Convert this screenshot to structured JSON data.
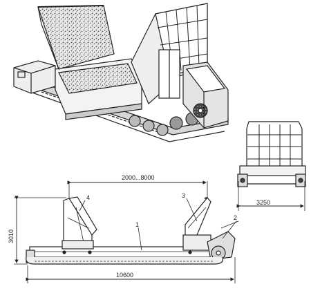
{
  "drawing": {
    "dimensions": {
      "span": "2000...8000",
      "width": "3250",
      "height": "3010",
      "length": "10600"
    },
    "callouts": [
      "1",
      "2",
      "3",
      "4"
    ]
  }
}
